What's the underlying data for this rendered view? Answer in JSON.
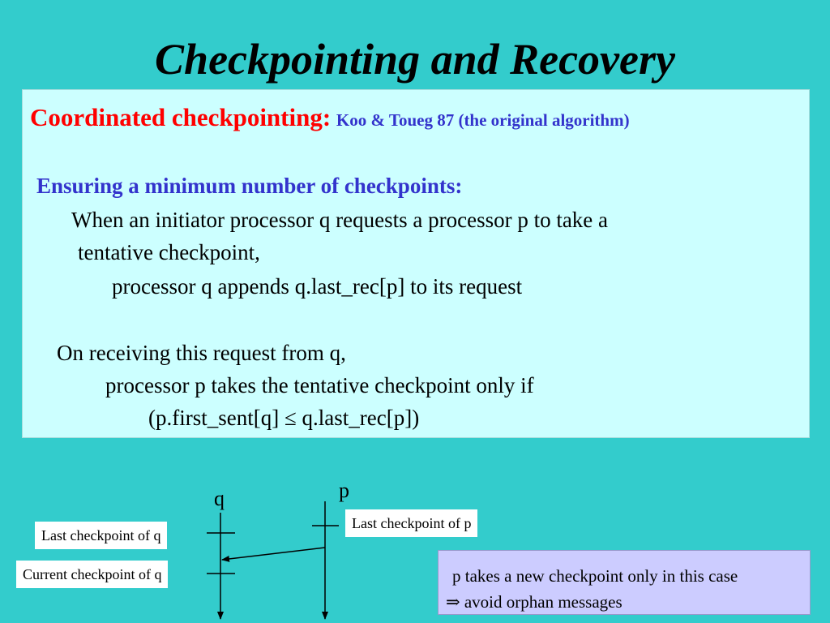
{
  "slide": {
    "title": "Checkpointing and Recovery",
    "heading": "Coordinated checkpointing:",
    "reference": "Koo &  Toueg 87 (the original algorithm)",
    "subheading": "Ensuring a minimum number of checkpoints:",
    "lines": [
      "When an initiator processor q requests a processor p to take a",
      "tentative checkpoint,",
      "processor q appends q.last_rec[p] to its request",
      "On receiving this request from q,",
      "processor p takes the tentative checkpoint only if",
      "(p.first_sent[q] ≤ q.last_rec[p])"
    ]
  },
  "diagram": {
    "process_q": "q",
    "process_p": "p",
    "label_last_q": "Last checkpoint of q",
    "label_current_q": "Current checkpoint of q",
    "label_last_p": "Last checkpoint of p",
    "note_line1": "p takes a new checkpoint only in this case",
    "note_line2": "⇒ avoid orphan messages"
  },
  "colors": {
    "background": "#33CCCC",
    "content_box": "#CCFFFF",
    "heading": "#FF0000",
    "accent_blue": "#3333CC",
    "note_box": "#CCCCFF"
  }
}
